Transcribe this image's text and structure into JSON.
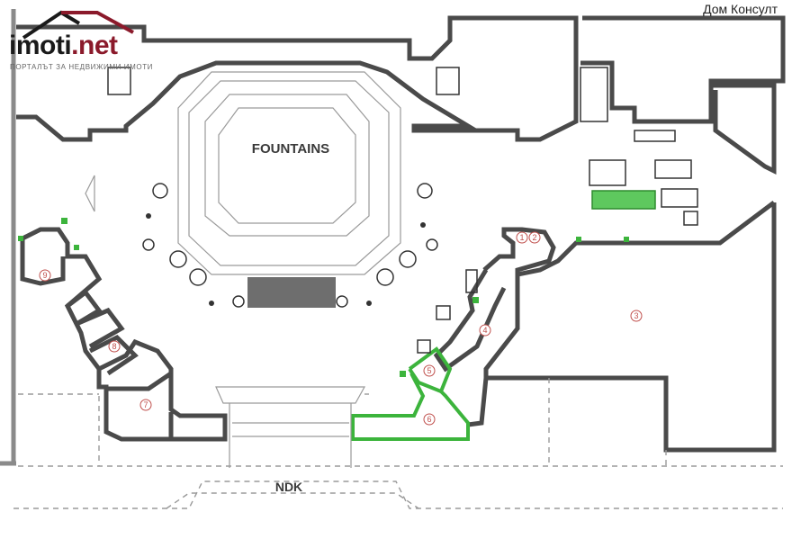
{
  "watermark": {
    "site_name": "imoti",
    "site_tld": ".net",
    "site_tagline": "ПОРТАЛЪТ ЗА НЕДВИЖИМИ ИМОТИ",
    "agency": "Дом Консулт"
  },
  "map": {
    "center_label": "FOUNTAINS",
    "bottom_label": "NDK",
    "units": [
      "1",
      "2",
      "3",
      "4",
      "5",
      "6",
      "7",
      "8",
      "9"
    ],
    "highlighted_units": [
      "5",
      "6"
    ],
    "colors": {
      "wall": "#4a4a4a",
      "highlight": "#3cb43c",
      "unit_number": "#c0504d",
      "background": "#ffffff"
    }
  }
}
